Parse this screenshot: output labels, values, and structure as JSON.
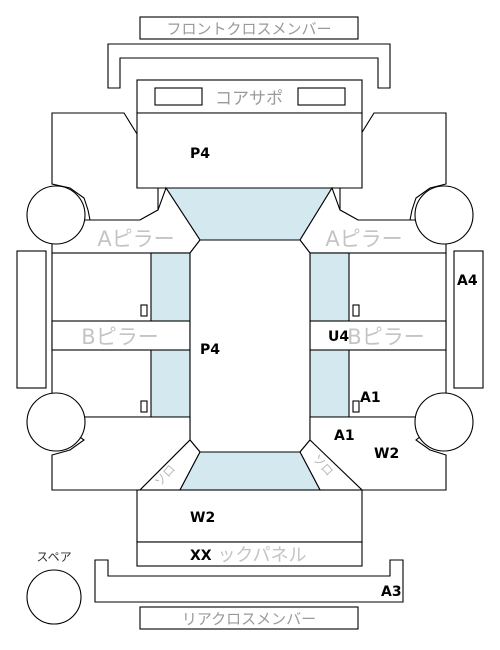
{
  "labels": {
    "front_cross_member": "フロントクロスメンバー",
    "core_support": "コアサポ",
    "a_pillar_left": "Aピラー",
    "a_pillar_right": "Aピラー",
    "b_pillar_left": "Bピラー",
    "b_pillar_right": "Bピラー",
    "back_panel": "ックパネル",
    "rear_cross_member": "リアクロスメンバー",
    "spare": "スペア",
    "door_rear_left": "ソロ",
    "door_rear_right": "ソロ"
  },
  "codes": {
    "hood": "P4",
    "roof": "P4",
    "a4": "A4",
    "u4": "U4",
    "a1_upper": "A1",
    "a1_lower": "A1",
    "w2_right": "W2",
    "w2_trunk": "W2",
    "xx": "XX",
    "a3": "A3"
  },
  "colors": {
    "glass": "#d3e8ef",
    "label_gray": "#c4c4c4",
    "outline": "#000000"
  }
}
